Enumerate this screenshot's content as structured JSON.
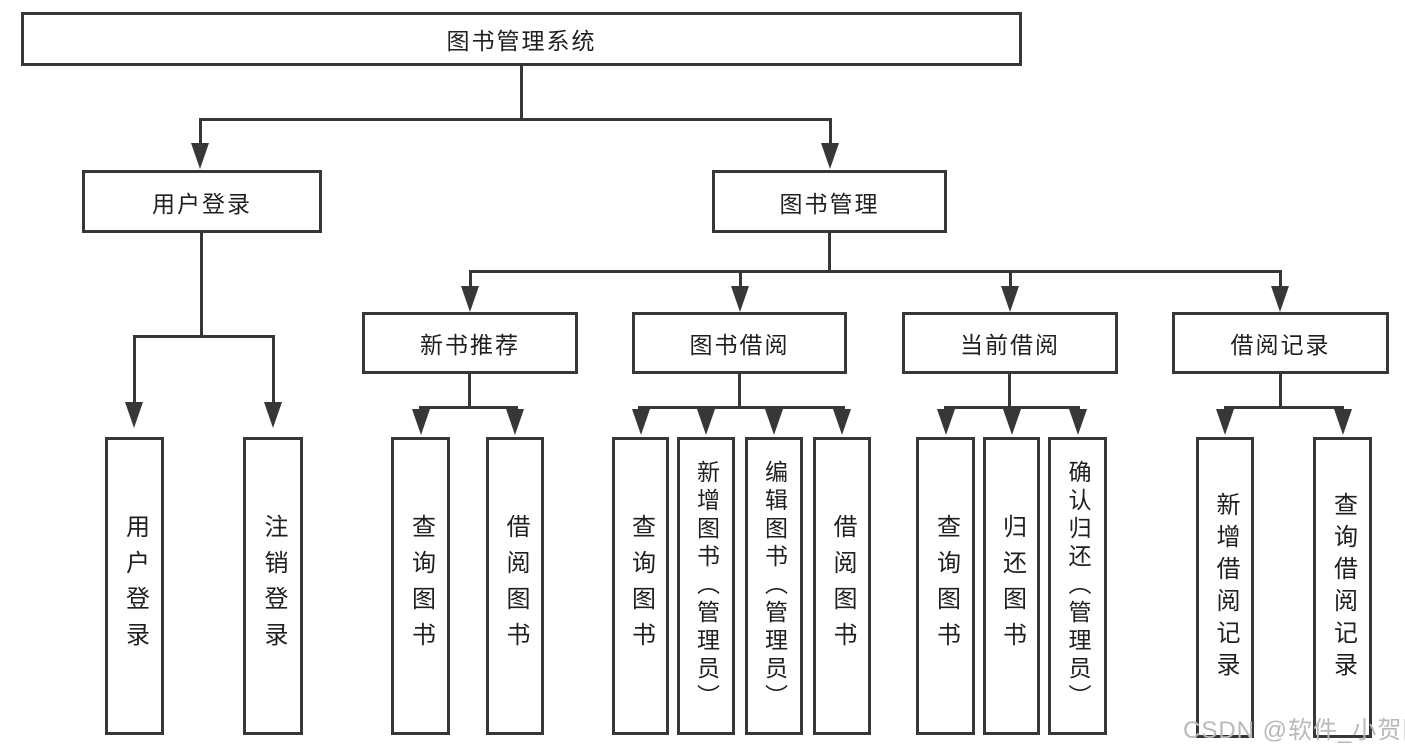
{
  "diagram": {
    "root_label": "图书管理系统",
    "level2": [
      {
        "label": "用户登录"
      },
      {
        "label": "图书管理"
      }
    ],
    "level3": [
      {
        "label": "新书推荐"
      },
      {
        "label": "图书借阅"
      },
      {
        "label": "当前借阅"
      },
      {
        "label": "借阅记录"
      }
    ],
    "leaves": {
      "user_login": [
        "用户登录",
        "注销登录"
      ],
      "new_book_recommend": [
        "查询图书",
        "借阅图书"
      ],
      "book_borrow": [
        "查询图书",
        "新增图书（管理员）",
        "编辑图书（管理员）",
        "借阅图书"
      ],
      "current_borrow": [
        "查询图书",
        "归还图书",
        "确认归还（管理员）"
      ],
      "borrow_records": [
        "新增借阅记录",
        "查询借阅记录"
      ]
    },
    "watermark": "CSDN @软件_小贺同学",
    "colors": {
      "line": "#373737",
      "text": "#1f1f1f",
      "watermark": "#b9b9b9",
      "background": "#ffffff"
    }
  }
}
